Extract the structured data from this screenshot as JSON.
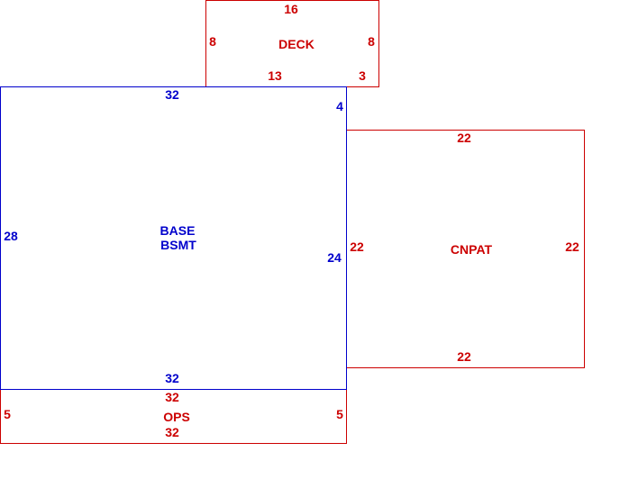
{
  "colors": {
    "red": "#cc0000",
    "blue": "#0000cc",
    "background": "#ffffff"
  },
  "areas": {
    "deck": {
      "name": "DECK",
      "top": "16",
      "left": "8",
      "right": "8",
      "bottom_left": "13",
      "bottom_right": "3"
    },
    "base": {
      "name_line1": "BASE",
      "name_line2": "BSMT",
      "top": "32",
      "left": "28",
      "right_upper": "4",
      "right_lower": "24",
      "bottom": "32"
    },
    "cnpat": {
      "name": "CNPAT",
      "top": "22",
      "left": "22",
      "right": "22",
      "bottom": "22"
    },
    "ops": {
      "name": "OPS",
      "top": "32",
      "left": "5",
      "right": "5",
      "bottom": "32"
    }
  }
}
